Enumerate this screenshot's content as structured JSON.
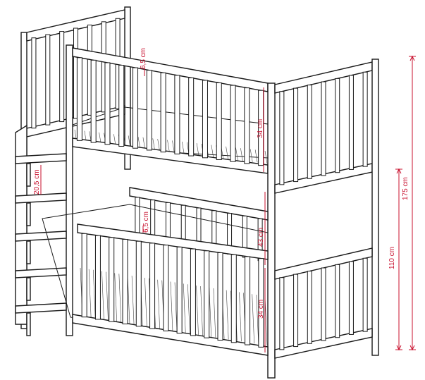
{
  "dimensions": {
    "top_rail_gap": "6,5 cm",
    "upper_guard_height": "34 cm",
    "ladder_step_spacing": "20,5 cm",
    "lower_rail_gap": "6,5 cm",
    "mid_guard_height": "43 cm",
    "lower_bed_height": "34 cm",
    "mid_height": "110 cm",
    "total_height": "175 cm"
  },
  "colors": {
    "dimension": "#c8102e",
    "line": "#1a1a1a"
  }
}
